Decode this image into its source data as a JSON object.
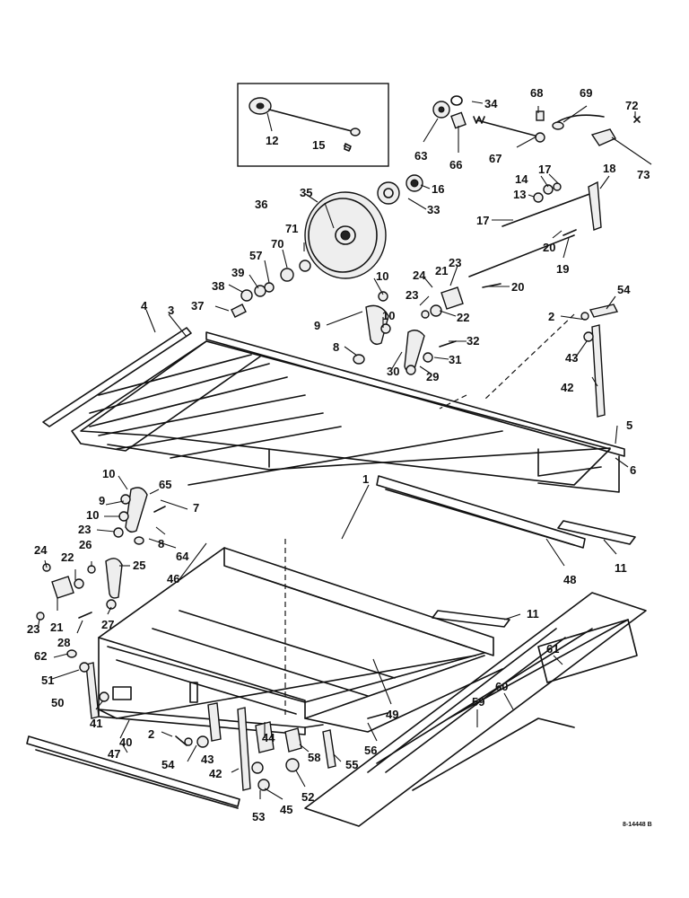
{
  "diagram": {
    "reference_code": "8-14448 B",
    "callouts": [
      "1",
      "2",
      "3",
      "4",
      "5",
      "6",
      "7",
      "8",
      "9",
      "10",
      "11",
      "12",
      "13",
      "14",
      "15",
      "16",
      "17",
      "18",
      "19",
      "20",
      "21",
      "22",
      "23",
      "24",
      "25",
      "26",
      "27",
      "28",
      "29",
      "30",
      "31",
      "32",
      "33",
      "34",
      "35",
      "36",
      "37",
      "38",
      "39",
      "40",
      "41",
      "42",
      "43",
      "44",
      "45",
      "46",
      "47",
      "48",
      "49",
      "50",
      "51",
      "52",
      "53",
      "54",
      "55",
      "56",
      "57",
      "58",
      "59",
      "60",
      "61",
      "62",
      "63",
      "64",
      "65",
      "66",
      "67",
      "68",
      "69",
      "70",
      "71",
      "72",
      "73"
    ]
  }
}
